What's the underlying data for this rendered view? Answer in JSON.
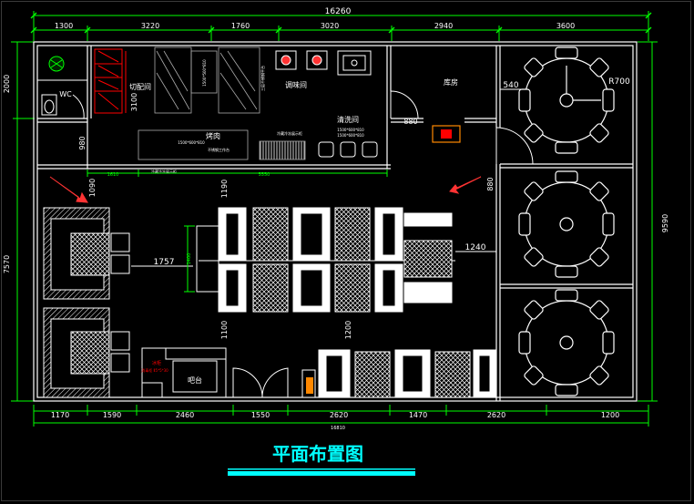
{
  "title": "平面布置图",
  "colors": {
    "background": "#000000",
    "wall": "#ffffff",
    "dimension": "#00ff00",
    "annotation_white": "#ffffff",
    "title": "#00ffff",
    "arrow": "#ff3333",
    "red_fixture": "#ff0000",
    "orange_door": "#ff8800"
  },
  "dimensions": {
    "top_total": "16260",
    "top_segments": [
      "1300",
      "3220",
      "1760",
      "3020",
      "2940",
      "3600"
    ],
    "bottom_total": "16810",
    "bottom_segments": [
      "1170",
      "1590",
      "2460",
      "1550",
      "2620",
      "1470",
      "2620",
      "1200"
    ],
    "left_upper": "2000",
    "left_total": "7570",
    "right_total": "9590",
    "inner": {
      "d3100": "3100",
      "d980": "980",
      "d1610": "1610",
      "d5550": "5550",
      "d1090": "1090",
      "d1190": "1190",
      "d1757": "1757",
      "d1400": "1400",
      "d1100": "1100",
      "d1200": "1200",
      "d1240": "1240",
      "d540": "540",
      "d880a": "880",
      "d880b": "880",
      "r700": "R700"
    }
  },
  "rooms": {
    "wc": "WC",
    "cut": "切配间",
    "spice": "调味间",
    "warehouse": "库房",
    "dishwash": "清洗间",
    "roast": "烤肉",
    "bar": "吧台"
  },
  "small_labels": {
    "equip1": "1500*500*810",
    "equip1b": "三层不锈钢平台",
    "equip2": "1500*600*810",
    "equip2b": "1500*600*810",
    "equip3": "1500*600*810",
    "equip3b": "不锈钢工作台",
    "shelf_left": "冷藏冷冻展示柜",
    "shelf_mid": "冷藏冷冻展示柜",
    "red_label": "冰柜",
    "red_box": "消毒柜 Ⅱ5*5*30"
  }
}
